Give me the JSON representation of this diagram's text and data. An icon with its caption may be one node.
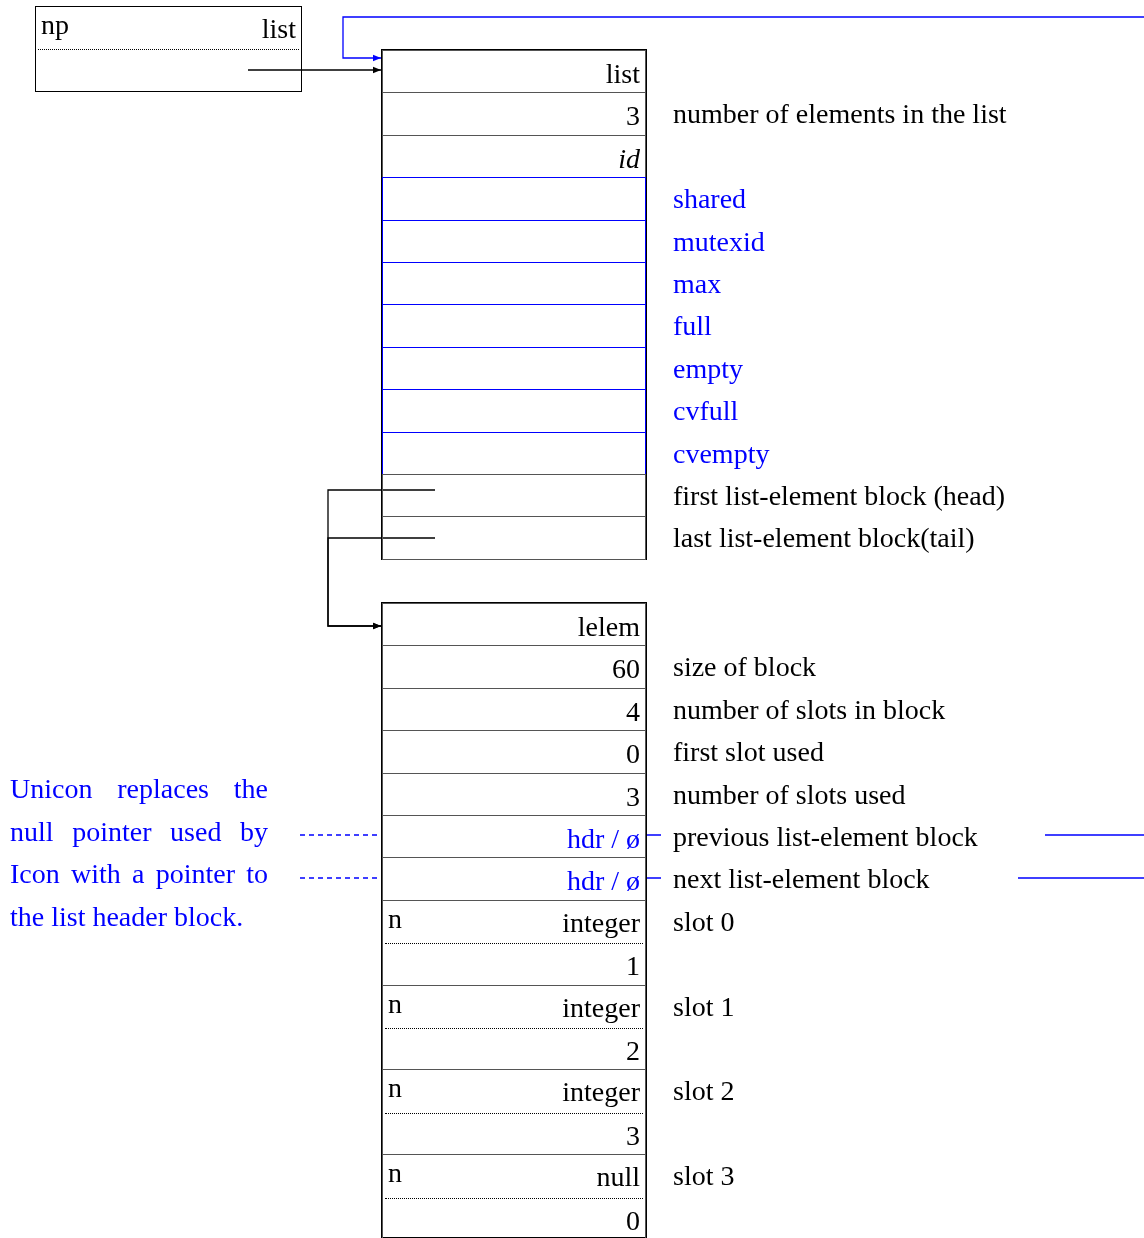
{
  "diagram": {
    "nodes": [
      {
        "text": [
          "np",
          "list"
        ]
      },
      {
        "text": [],
        "shape": "box"
      },
      {
        "text": [
          "list"
        ],
        "in": 1
      },
      {
        "text": [
          "3"
        ],
        "in": 1,
        "beside": [
          "number of elements in the list"
        ]
      },
      {
        "text": [
          "id"
        ],
        "in": 1
      },
      {
        "text": [],
        "shape": "box",
        "in": 1,
        "beside": [
          "shared"
        ]
      },
      {
        "text": [],
        "shape": "box",
        "in": 1,
        "beside": [
          "mutexid"
        ]
      },
      {
        "text": [],
        "shape": "box",
        "in": 1,
        "beside": [
          "max"
        ]
      },
      {
        "text": [],
        "shape": "box",
        "in": 1,
        "beside": [
          "full"
        ]
      },
      {
        "text": [],
        "shape": "box",
        "in": 1,
        "beside": [
          "empty"
        ]
      },
      {
        "text": [],
        "shape": "box",
        "in": 1,
        "beside": [
          "cvfull"
        ]
      },
      {
        "text": [],
        "shape": "box",
        "in": 1,
        "beside": [
          "cvempty"
        ]
      },
      {
        "text": [],
        "shape": "box",
        "in": 1,
        "beside": [
          "first list-element block (head)"
        ]
      },
      {
        "text": [],
        "shape": "box",
        "in": 1,
        "beside": [
          "last list-element block(tail)"
        ]
      },
      {
        "text": [],
        "shape": "box"
      },
      {
        "text": [
          "lelem"
        ],
        "in": 14
      },
      {
        "text": [
          "60"
        ],
        "in": 14,
        "beside": [
          "size of block"
        ]
      },
      {
        "text": [
          "4"
        ],
        "in": 14,
        "beside": [
          "number of slots in block"
        ]
      },
      {
        "text": [
          "0"
        ],
        "in": 14,
        "beside": [
          "first slot used"
        ]
      },
      {
        "text": [
          "3"
        ],
        "in": 14,
        "beside": [
          "number of slots used"
        ]
      },
      {
        "text": [
          "hdr / ø"
        ],
        "in": 14,
        "beside": [
          "previous list-element block"
        ]
      },
      {
        "text": [
          "hdr / ø"
        ],
        "in": 14,
        "beside": [
          "next list-element block"
        ]
      },
      {
        "text": [
          "n",
          "integer",
          "1"
        ],
        "in": 14,
        "beside": [
          "slot 0"
        ]
      },
      {
        "text": [
          "n",
          "integer",
          "2"
        ],
        "in": 14,
        "beside": [
          "slot 1"
        ]
      },
      {
        "text": [
          "n",
          "integer",
          "3"
        ],
        "in": 14,
        "beside": [
          "slot 2"
        ]
      },
      {
        "text": [
          "n",
          "null",
          "0"
        ],
        "in": 14,
        "beside": [
          "slot 3"
        ]
      },
      {
        "text": [
          "Unicon replaces the null pointer used by Icon with a pointer to the list header block."
        ]
      }
    ],
    "edges": [
      {
        "from": 0,
        "to": 1,
        "arrow": "to",
        "color": "#000000"
      },
      {
        "from": 12,
        "to": 14,
        "arrow": "to",
        "color": "#000000"
      },
      {
        "from": 13,
        "to": 14,
        "arrow": "to",
        "color": "#000000"
      },
      {
        "from": 20,
        "to": null,
        "arrow": "none",
        "color": "#0000ff"
      },
      {
        "from": 21,
        "to": null,
        "arrow": "none",
        "color": "#0000ff"
      },
      {
        "from": null,
        "to": 1,
        "arrow": "to",
        "color": "#0000ff"
      },
      {
        "from": 26,
        "to": 20,
        "arrow": "none",
        "style": "dashed",
        "color": "#0000ff"
      },
      {
        "from": 26,
        "to": 21,
        "arrow": "none",
        "style": "dashed",
        "color": "#0000ff"
      }
    ]
  }
}
